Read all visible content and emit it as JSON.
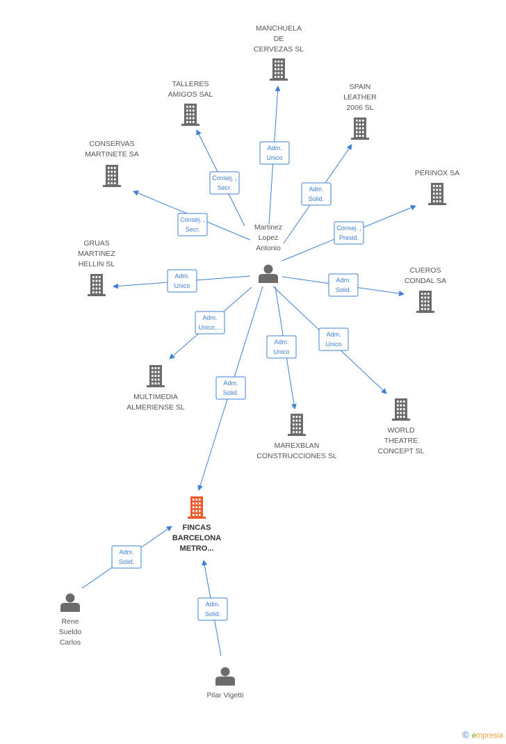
{
  "nodes": [
    {
      "id": "martinez",
      "kind": "person",
      "label": [
        "Martinez",
        "Lopez",
        "Antonio"
      ],
      "main": false
    },
    {
      "id": "manchuela",
      "kind": "company",
      "label": [
        "MANCHUELA",
        "DE",
        "CERVEZAS SL"
      ],
      "main": false
    },
    {
      "id": "talleres",
      "kind": "company",
      "label": [
        "TALLERES",
        "AMIGOS SAL"
      ],
      "main": false
    },
    {
      "id": "spain",
      "kind": "company",
      "label": [
        "SPAIN",
        "LEATHER",
        "2006 SL"
      ],
      "main": false
    },
    {
      "id": "conservas",
      "kind": "company",
      "label": [
        "CONSERVAS",
        "MARTINETE SA"
      ],
      "main": false
    },
    {
      "id": "perinox",
      "kind": "company",
      "label": [
        "PERINOX SA"
      ],
      "main": false
    },
    {
      "id": "gruas",
      "kind": "company",
      "label": [
        "GRUAS",
        "MARTINEZ",
        "HELLIN SL"
      ],
      "main": false
    },
    {
      "id": "cueros",
      "kind": "company",
      "label": [
        "CUEROS",
        "CONDAL SA"
      ],
      "main": false
    },
    {
      "id": "multimedia",
      "kind": "company",
      "label": [
        "MULTIMEDIA",
        "ALMERIENSE SL"
      ],
      "main": false
    },
    {
      "id": "marexblan",
      "kind": "company",
      "label": [
        "MAREXBLAN",
        "CONSTRUCCIONES SL"
      ],
      "main": false
    },
    {
      "id": "world",
      "kind": "company",
      "label": [
        "WORLD",
        "THEATRE",
        "CONCEPT SL"
      ],
      "main": false
    },
    {
      "id": "fincas",
      "kind": "company",
      "label": [
        "FINCAS",
        "BARCELONA",
        "METRO..."
      ],
      "main": true
    },
    {
      "id": "rene",
      "kind": "person",
      "label": [
        "Rene",
        "Sueldo",
        "Carlos"
      ],
      "main": false
    },
    {
      "id": "pilar",
      "kind": "person",
      "label": [
        "Pilar Vigetti"
      ],
      "main": false
    }
  ],
  "edges": [
    {
      "from": "martinez",
      "to": "manchuela",
      "label": [
        "Adm.",
        "Unico"
      ]
    },
    {
      "from": "martinez",
      "to": "talleres",
      "label": [
        "Consej. ,",
        "Secr."
      ]
    },
    {
      "from": "martinez",
      "to": "spain",
      "label": [
        "Adm.",
        "Solid."
      ]
    },
    {
      "from": "martinez",
      "to": "conservas",
      "label": [
        "Consej. ,",
        "Secr."
      ]
    },
    {
      "from": "martinez",
      "to": "perinox",
      "label": [
        "Consej. ,",
        "Presid."
      ]
    },
    {
      "from": "martinez",
      "to": "gruas",
      "label": [
        "Adm.",
        "Unico"
      ]
    },
    {
      "from": "martinez",
      "to": "cueros",
      "label": [
        "Adm.",
        "Solid."
      ]
    },
    {
      "from": "martinez",
      "to": "multimedia",
      "label": [
        "Adm.",
        "Unico,..."
      ]
    },
    {
      "from": "martinez",
      "to": "marexblan",
      "label": [
        "Adm.",
        "Unico"
      ]
    },
    {
      "from": "martinez",
      "to": "world",
      "label": [
        "Adm.",
        "Unico"
      ]
    },
    {
      "from": "martinez",
      "to": "fincas",
      "label": [
        "Adm.",
        "Solid."
      ]
    },
    {
      "from": "rene",
      "to": "fincas",
      "label": [
        "Adm.",
        "Solid."
      ]
    },
    {
      "from": "pilar",
      "to": "fincas",
      "label": [
        "Adm.",
        "Solid."
      ]
    }
  ],
  "colors": {
    "edge": "#3d7fd4",
    "node": "#6b6b6b",
    "main_node": "#f05a28"
  },
  "footer": {
    "copyright": "©",
    "brand_initial": "e",
    "brand_rest": "mpresia"
  }
}
